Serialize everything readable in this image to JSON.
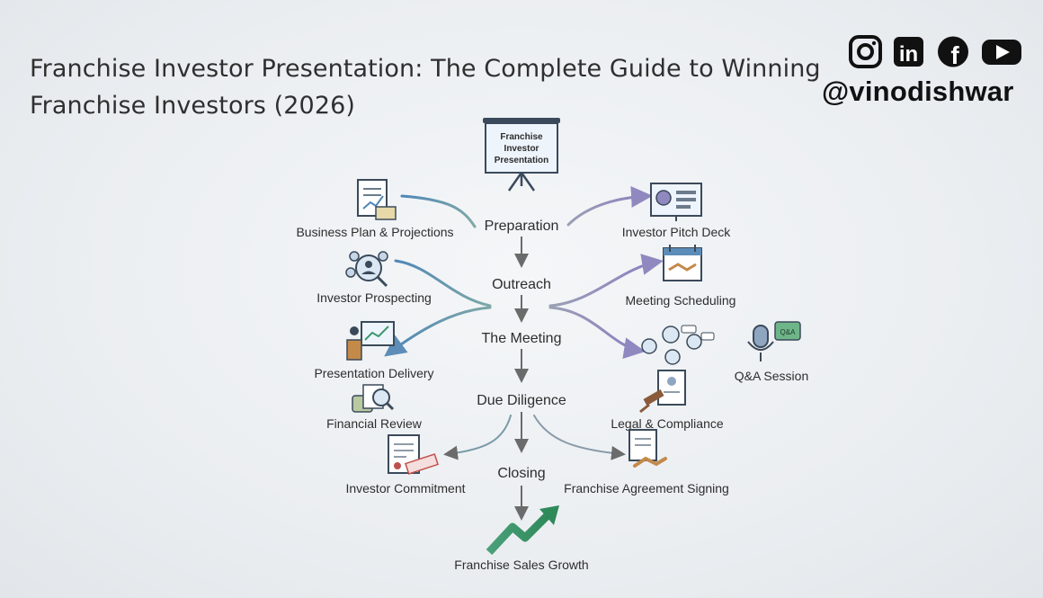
{
  "title": {
    "line1": "Franchise Investor Presentation: The Complete Guide to Winning",
    "line2": "Franchise Investors (2026)"
  },
  "social": {
    "handle": "@vinodishwar",
    "icons": [
      "instagram-icon",
      "linkedin-icon",
      "facebook-icon",
      "youtube-icon"
    ],
    "icon_texts": {
      "linkedin": "in",
      "facebook": "f"
    }
  },
  "diagram": {
    "board": {
      "line1": "Franchise",
      "line2": "Investor",
      "line3": "Presentation"
    },
    "stages": {
      "preparation": "Preparation",
      "outreach": "Outreach",
      "meeting": "The Meeting",
      "due_diligence": "Due Diligence",
      "closing": "Closing"
    },
    "left": {
      "business_plan": "Business Plan & Projections",
      "prospecting": "Investor Prospecting",
      "presentation_delivery": "Presentation Delivery",
      "financial_review": "Financial Review",
      "commitment": "Investor Commitment"
    },
    "right": {
      "pitch_deck": "Investor Pitch Deck",
      "meeting_scheduling": "Meeting Scheduling",
      "qa": "Q&A Session",
      "qa_bubble": "Q&A",
      "legal": "Legal & Compliance",
      "agreement": "Franchise Agreement Signing"
    },
    "growth": "Franchise Sales Growth",
    "colors": {
      "left_curve": "#5b8db8",
      "right_curve": "#8f89c0",
      "growth": "#3c9a6e",
      "arrow": "#6b6b6b"
    }
  }
}
